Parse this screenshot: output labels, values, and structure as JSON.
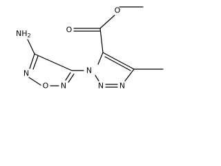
{
  "molecule": {
    "atoms": {
      "amine": "NH",
      "amine_sub": "2",
      "furazan_n_top": "N",
      "furazan_o": "O",
      "furazan_n_right": "N",
      "triazole_n1": "N",
      "triazole_n2": "N",
      "triazole_n3": "N",
      "carbonyl_o": "O",
      "ester_o": "O"
    }
  }
}
